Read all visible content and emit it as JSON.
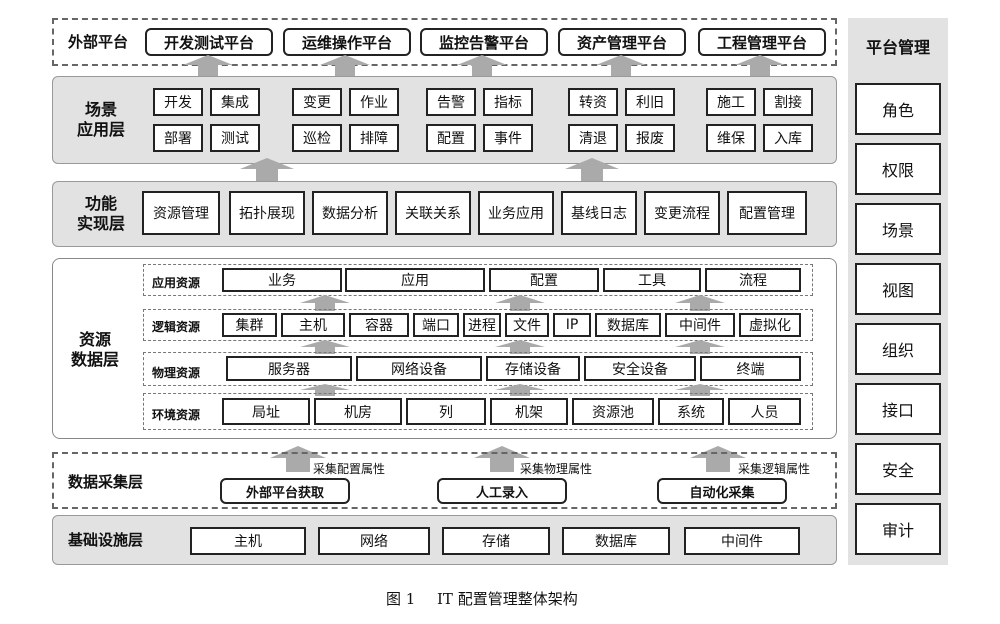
{
  "external": {
    "title": "外部平台",
    "items": [
      "开发测试平台",
      "运维操作平台",
      "监控告警平台",
      "资产管理平台",
      "工程管理平台"
    ]
  },
  "scene": {
    "title_line1": "场景",
    "title_line2": "应用层",
    "groups": [
      [
        "开发",
        "集成",
        "部署",
        "测试"
      ],
      [
        "变更",
        "作业",
        "巡检",
        "排障"
      ],
      [
        "告警",
        "指标",
        "配置",
        "事件"
      ],
      [
        "转资",
        "利旧",
        "清退",
        "报废"
      ],
      [
        "施工",
        "割接",
        "维保",
        "入库"
      ]
    ]
  },
  "func": {
    "title_line1": "功能",
    "title_line2": "实现层",
    "items": [
      "资源管理",
      "拓扑展现",
      "数据分析",
      "关联关系",
      "业务应用",
      "基线日志",
      "变更流程",
      "配置管理"
    ]
  },
  "resource": {
    "title_line1": "资源",
    "title_line2": "数据层",
    "rows": [
      {
        "label": "应用资源",
        "items": [
          "业务",
          "应用",
          "配置",
          "工具",
          "流程"
        ]
      },
      {
        "label": "逻辑资源",
        "items": [
          "集群",
          "主机",
          "容器",
          "端口",
          "进程",
          "文件",
          "IP",
          "数据库",
          "中间件",
          "虚拟化"
        ]
      },
      {
        "label": "物理资源",
        "items": [
          "服务器",
          "网络设备",
          "存储设备",
          "安全设备",
          "终端"
        ]
      },
      {
        "label": "环境资源",
        "items": [
          "局址",
          "机房",
          "列",
          "机架",
          "资源池",
          "系统",
          "人员"
        ]
      }
    ]
  },
  "collect": {
    "title": "数据采集层",
    "items": [
      {
        "label": "外部平台获取",
        "note": "采集配置属性"
      },
      {
        "label": "人工录入",
        "note": "采集物理属性"
      },
      {
        "label": "自动化采集",
        "note": "采集逻辑属性"
      }
    ]
  },
  "infra": {
    "title": "基础设施层",
    "items": [
      "主机",
      "网络",
      "存储",
      "数据库",
      "中间件"
    ]
  },
  "platform": {
    "title": "平台管理",
    "items": [
      "角色",
      "权限",
      "场景",
      "视图",
      "组织",
      "接口",
      "安全",
      "审计"
    ]
  },
  "caption": {
    "fig": "图 1",
    "text": "IT 配置管理整体架构"
  }
}
